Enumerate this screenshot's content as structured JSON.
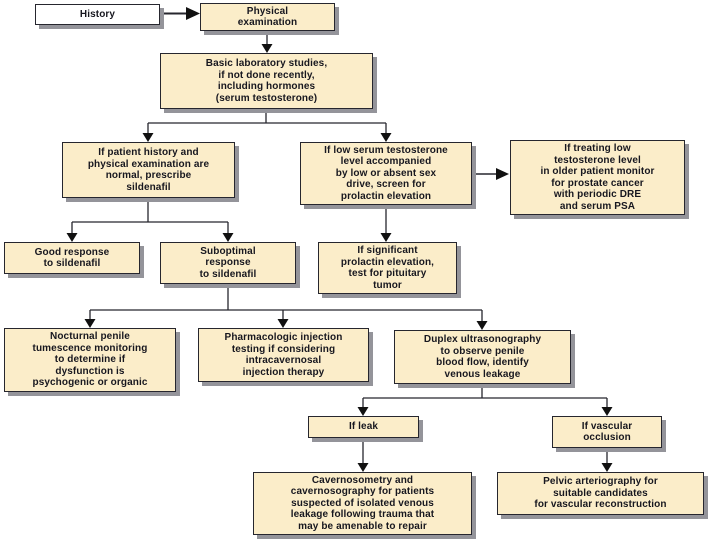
{
  "diagram_type": "flowchart",
  "subject": "Evaluation and treatment decision pathway for erectile dysfunction",
  "colors": {
    "node_fill": "#FBEDC9",
    "start_node_fill": "#FFFFFF",
    "node_border": "#26262E",
    "node_shadow": "#94949A",
    "connector_line": "#26262E",
    "arrowhead": "#111111",
    "text": "#17171F",
    "background": "#FFFFFF"
  },
  "nodes": {
    "history": {
      "label": "History"
    },
    "physical_examination": {
      "label": "Physical\nexamination"
    },
    "basic_labs": {
      "label": "Basic laboratory studies,\nif not done recently,\nincluding hormones\n(serum testosterone)"
    },
    "normal_exam_sildenafil": {
      "label": "If patient history and\nphysical examination are\nnormal, prescribe\nsildenafil"
    },
    "low_testosterone": {
      "label": "If low serum testosterone\nlevel accompanied\nby low or absent sex\ndrive, screen for\nprolactin elevation"
    },
    "treating_low_testosterone": {
      "label": "If treating low\ntestosterone level\nin older patient monitor\nfor prostate cancer\nwith periodic DRE\nand serum PSA"
    },
    "good_response": {
      "label": "Good response\nto sildenafil"
    },
    "suboptimal_response": {
      "label": "Suboptimal\nresponse\nto sildenafil"
    },
    "prolactin_elevation": {
      "label": "If significant\nprolactin elevation,\ntest for pituitary\ntumor"
    },
    "nocturnal_tumescence": {
      "label": "Nocturnal penile\ntumescence monitoring\nto determine if\ndysfunction is\npsychogenic or organic"
    },
    "pharmacologic_injection": {
      "label": "Pharmacologic injection\ntesting if considering\nintracavernosal\ninjection therapy"
    },
    "duplex_ultrasonography": {
      "label": "Duplex ultrasonography\nto observe penile\nblood flow, identify\nvenous leakage"
    },
    "if_leak": {
      "label": "If leak"
    },
    "vascular_occlusion": {
      "label": "If vascular\nocclusion"
    },
    "cavernosometry": {
      "label": "Cavernosometry and\ncavernosography for patients\nsuspected of isolated venous\nleakage following trauma that\nmay be amenable to repair"
    },
    "pelvic_arteriography": {
      "label": "Pelvic arteriography for\nsuitable candidates\nfor vascular reconstruction"
    }
  },
  "edges": [
    {
      "from": "history",
      "to": "physical_examination"
    },
    {
      "from": "physical_examination",
      "to": "basic_labs"
    },
    {
      "from": "basic_labs",
      "to": "normal_exam_sildenafil"
    },
    {
      "from": "basic_labs",
      "to": "low_testosterone"
    },
    {
      "from": "low_testosterone",
      "to": "treating_low_testosterone"
    },
    {
      "from": "normal_exam_sildenafil",
      "to": "good_response"
    },
    {
      "from": "normal_exam_sildenafil",
      "to": "suboptimal_response"
    },
    {
      "from": "low_testosterone",
      "to": "prolactin_elevation"
    },
    {
      "from": "suboptimal_response",
      "to": "nocturnal_tumescence"
    },
    {
      "from": "suboptimal_response",
      "to": "pharmacologic_injection"
    },
    {
      "from": "suboptimal_response",
      "to": "duplex_ultrasonography"
    },
    {
      "from": "duplex_ultrasonography",
      "to": "if_leak"
    },
    {
      "from": "duplex_ultrasonography",
      "to": "vascular_occlusion"
    },
    {
      "from": "if_leak",
      "to": "cavernosometry"
    },
    {
      "from": "vascular_occlusion",
      "to": "pelvic_arteriography"
    }
  ]
}
